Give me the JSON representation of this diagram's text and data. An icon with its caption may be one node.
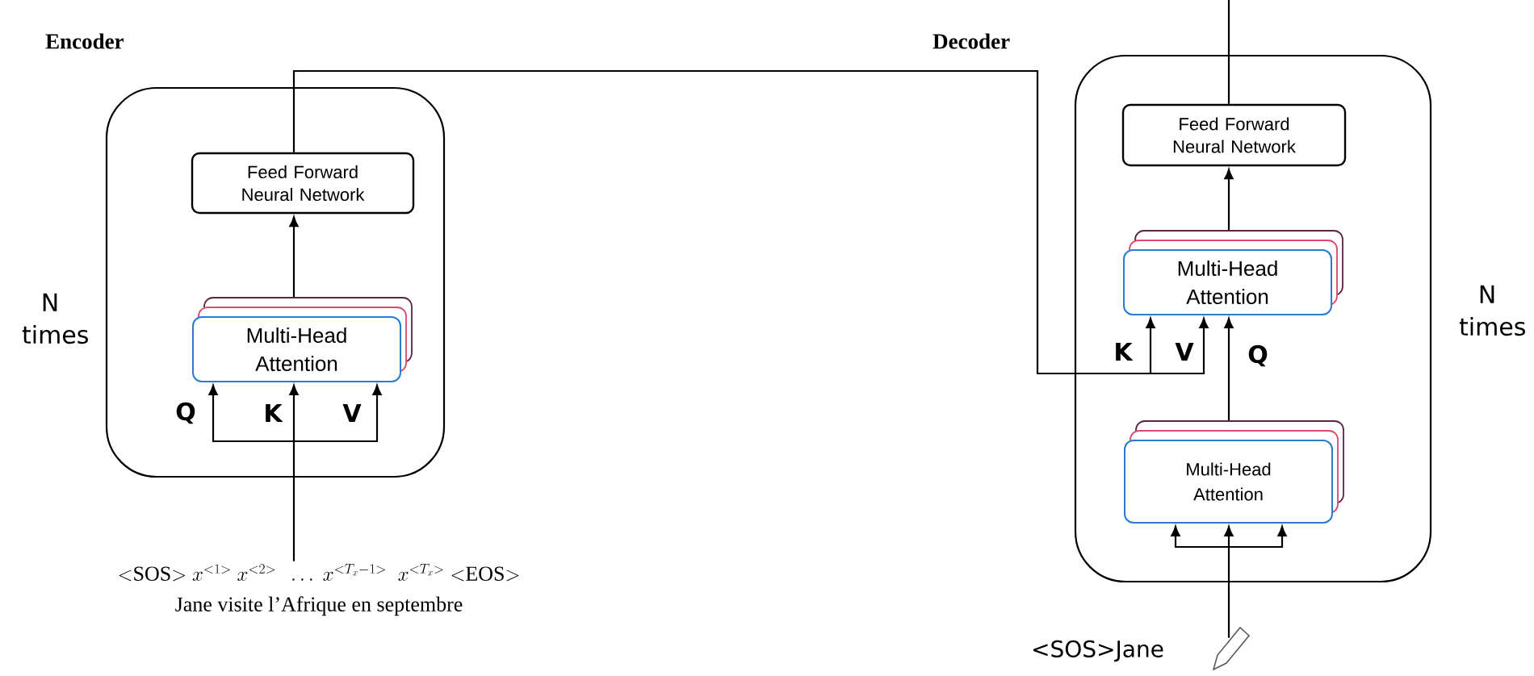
{
  "diagram": {
    "nodes": [
      {
        "text": [
          "Encoder"
        ],
        "beside": [
          "N times"
        ]
      },
      {
        "text": [
          "Feed Forward Neural Network"
        ],
        "in": 0
      },
      {
        "text": [
          "Multi-Head Attention"
        ],
        "in": 0
      },
      {
        "text": [
          "{<}\\mathrm{SOS}{>}\\; x^{<1>}\\; x^{<2>}\\;\\; \\ldots\\; x^{<T_x-1>}\\;\\; x^{<T_x>}\\; {<}\\mathrm{EOS}{>}",
          "Jane visite l’Afrique en septembre"
        ]
      },
      {
        "text": [
          "Decoder"
        ],
        "beside": [
          "N times"
        ]
      },
      {
        "text": [
          "Feed Forward Neural Network"
        ],
        "in": 4
      },
      {
        "text": [
          "Multi-Head Attention"
        ],
        "in": 4
      },
      {
        "text": [
          "Multi-Head Attention"
        ],
        "in": 4
      },
      {
        "text": [
          "<SOS>Jane"
        ]
      }
    ],
    "edges": [
      {
        "from": 3,
        "to": 2,
        "arrow": "to"
      },
      {
        "from": 2,
        "to": 1,
        "arrow": "to"
      },
      {
        "from": 1,
        "to": 6,
        "arrow": "to"
      },
      {
        "from": 8,
        "to": 7,
        "arrow": "to"
      },
      {
        "from": 7,
        "to": 6,
        "arrow": "to"
      },
      {
        "from": 6,
        "to": 5,
        "arrow": "to"
      },
      {
        "from": 5,
        "to": null,
        "arrow": "none"
      }
    ],
    "labels": [
      "Q",
      "K",
      "V",
      "K",
      "V",
      "Q"
    ]
  }
}
